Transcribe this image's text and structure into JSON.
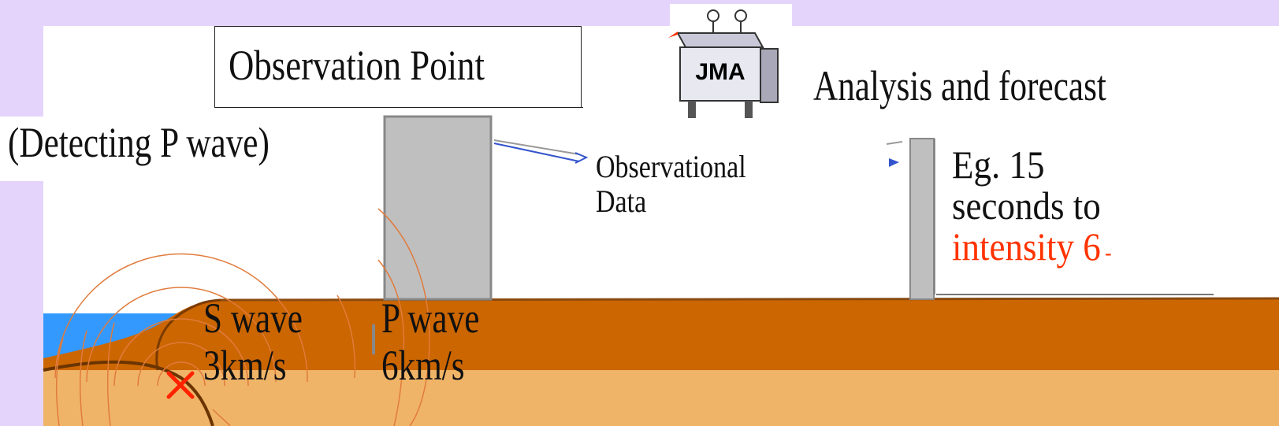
{
  "labels": {
    "observation_point": "Observation Point",
    "detecting": "(Detecting P wave)",
    "jma": "JMA",
    "analysis": "Analysis and forecast",
    "observational_data_line1": "Observational",
    "observational_data_line2": "Data",
    "eg_line1": "Eg. 15",
    "eg_line2": "seconds to",
    "eg_line3": "intensity 6",
    "eg_dash": "-",
    "s_wave_name": "S wave",
    "s_wave_speed": "3km/s",
    "p_wave_name": "P wave",
    "p_wave_speed": "6km/s"
  },
  "colors": {
    "background": "#e4d4fb",
    "panel": "#ffffff",
    "ground_upper": "#cc6600",
    "ground_lower": "#f0b468",
    "sea": "#3399ff",
    "building": "#bfbfbf",
    "wave_lines": "#e07b3c",
    "epicenter": "#ff2200",
    "highlight_text": "#ff3300"
  },
  "icons": [
    "jma-building-icon",
    "antenna-icon",
    "epicenter-x-icon",
    "data-arrow-icon"
  ]
}
